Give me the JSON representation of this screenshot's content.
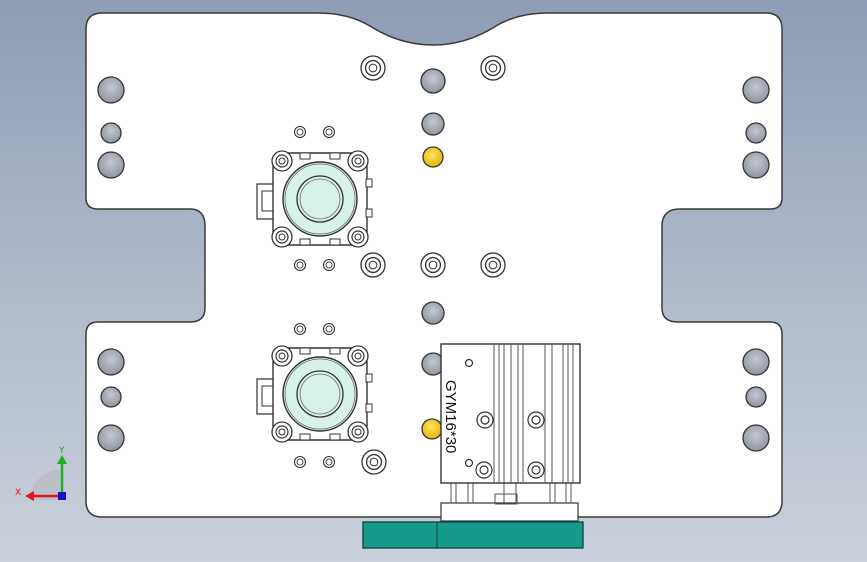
{
  "cylinder": {
    "model": "GYM16*30"
  },
  "triad": {
    "x_label": "X",
    "y_label": "Y"
  },
  "colors": {
    "plate_fill": "#ffffff",
    "plate_stroke": "#3a3a3a",
    "hole_grey": "#9aa0aa",
    "hole_yellow": "#f2c318",
    "module_fill": "#d7f2ea",
    "base_teal": "#17998a",
    "axis_x": "#e0141e",
    "axis_y": "#19b419",
    "axis_z": "#1414c8"
  }
}
